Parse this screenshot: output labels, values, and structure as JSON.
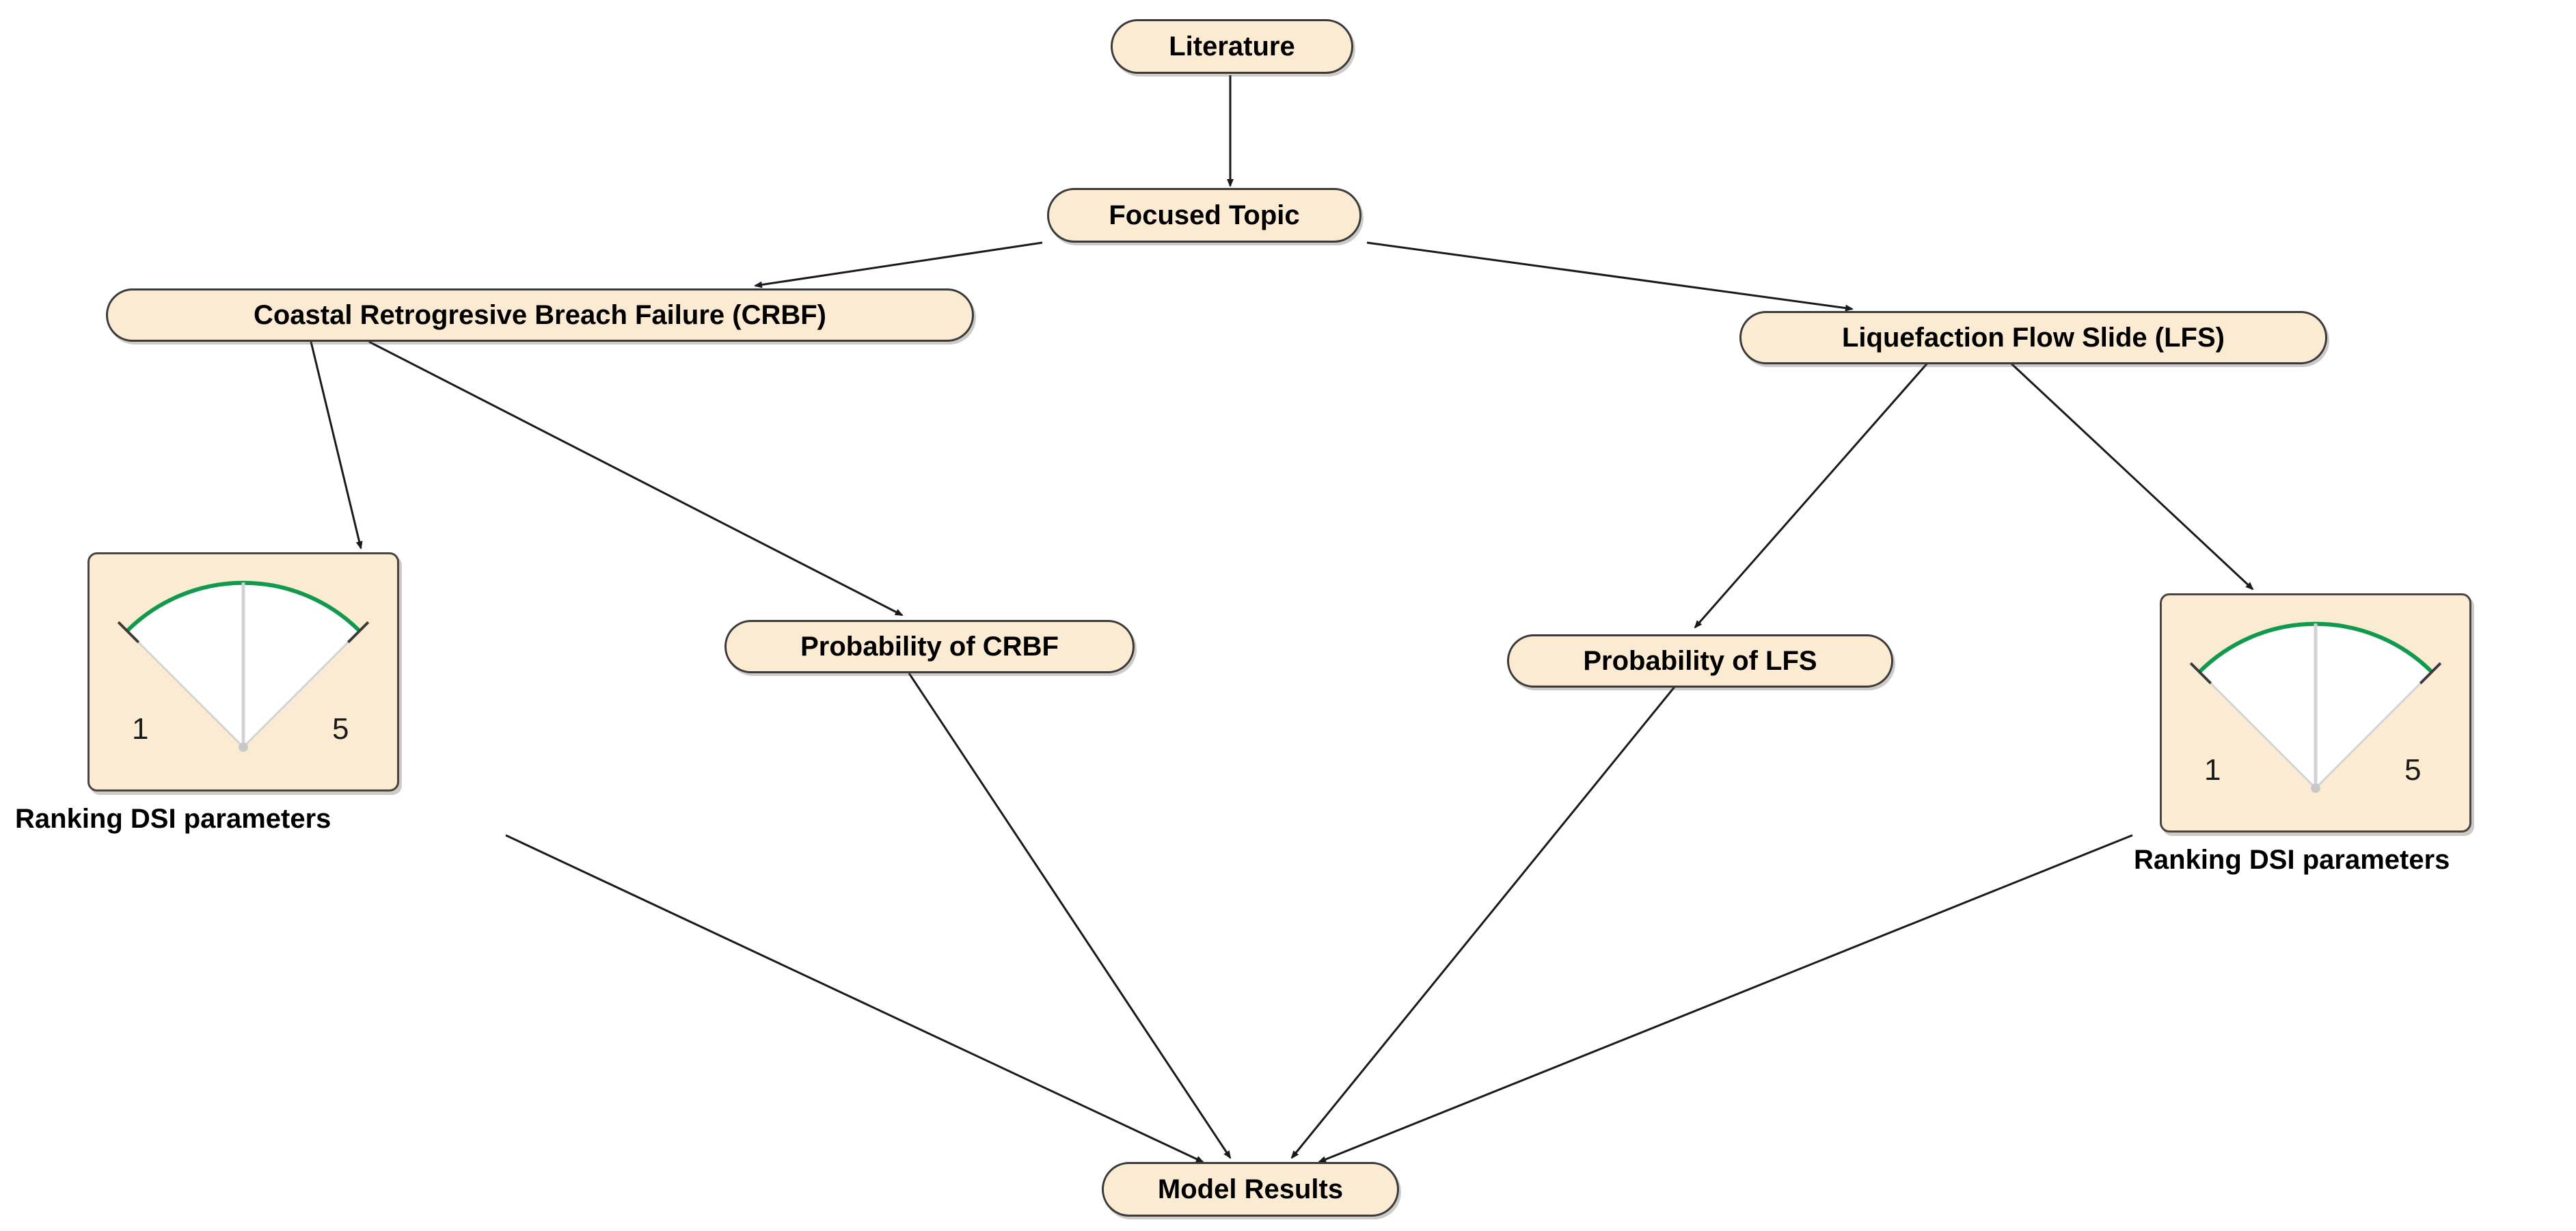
{
  "diagram": {
    "title": "CRBF and LFS probability model flowchart",
    "background_color": "#ffffff",
    "node_fill_color": "#faebd2",
    "node_border_color": "#3a3a3a",
    "edge_color": "#1a1a1a",
    "gauge_arc_color": "#119a4d",
    "gauge_needle_color": "#cccccc",
    "gauge_sector_color": "#ffffff"
  },
  "nodes": {
    "literature": {
      "label": "Literature"
    },
    "focused_topic": {
      "label": "Focused Topic"
    },
    "crbf": {
      "label": "Coastal Retrogresive Breach Failure (CRBF)"
    },
    "lfs": {
      "label": "Liquefaction Flow Slide (LFS)"
    },
    "probability_crbf": {
      "label": "Probability of CRBF"
    },
    "probability_lfs": {
      "label": "Probability of LFS"
    },
    "model_results": {
      "label": "Model Results"
    }
  },
  "gauges": {
    "left": {
      "caption": "Ranking DSI parameters",
      "min_label": "1",
      "max_label": "5"
    },
    "right": {
      "caption": "Ranking DSI parameters",
      "min_label": "1",
      "max_label": "5"
    }
  },
  "edges": [
    {
      "from": "Literature",
      "to": "Focused Topic"
    },
    {
      "from": "Focused Topic",
      "to": "Coastal Retrogresive Breach Failure (CRBF)"
    },
    {
      "from": "Focused Topic",
      "to": "Liquefaction Flow Slide (LFS)"
    },
    {
      "from": "Coastal Retrogresive Breach Failure (CRBF)",
      "to": "Ranking DSI parameters (left)"
    },
    {
      "from": "Coastal Retrogresive Breach Failure (CRBF)",
      "to": "Probability of CRBF"
    },
    {
      "from": "Liquefaction Flow Slide (LFS)",
      "to": "Probability of LFS"
    },
    {
      "from": "Liquefaction Flow Slide (LFS)",
      "to": "Ranking DSI parameters (right)"
    },
    {
      "from": "Ranking DSI parameters (left)",
      "to": "Model Results"
    },
    {
      "from": "Probability of CRBF",
      "to": "Model Results"
    },
    {
      "from": "Probability of LFS",
      "to": "Model Results"
    },
    {
      "from": "Ranking DSI parameters (right)",
      "to": "Model Results"
    }
  ]
}
